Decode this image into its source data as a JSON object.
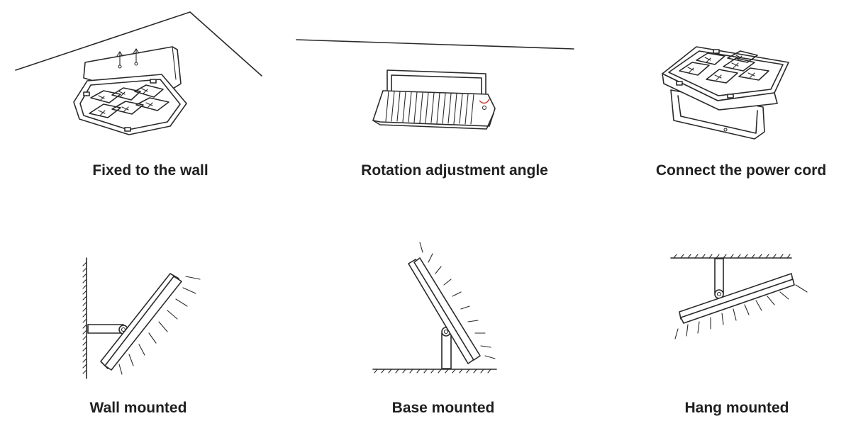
{
  "captions": {
    "fixed_wall": "Fixed to the wall",
    "rotation_angle": "Rotation adjustment angle",
    "power_cord": "Connect the power cord",
    "wall_mounted": "Wall mounted",
    "base_mounted": "Base mounted",
    "hang_mounted": "Hang mounted"
  },
  "colors": {
    "line": "#2a2a2a",
    "text": "#1f1f1f",
    "cord_accent": "#c0392b"
  }
}
